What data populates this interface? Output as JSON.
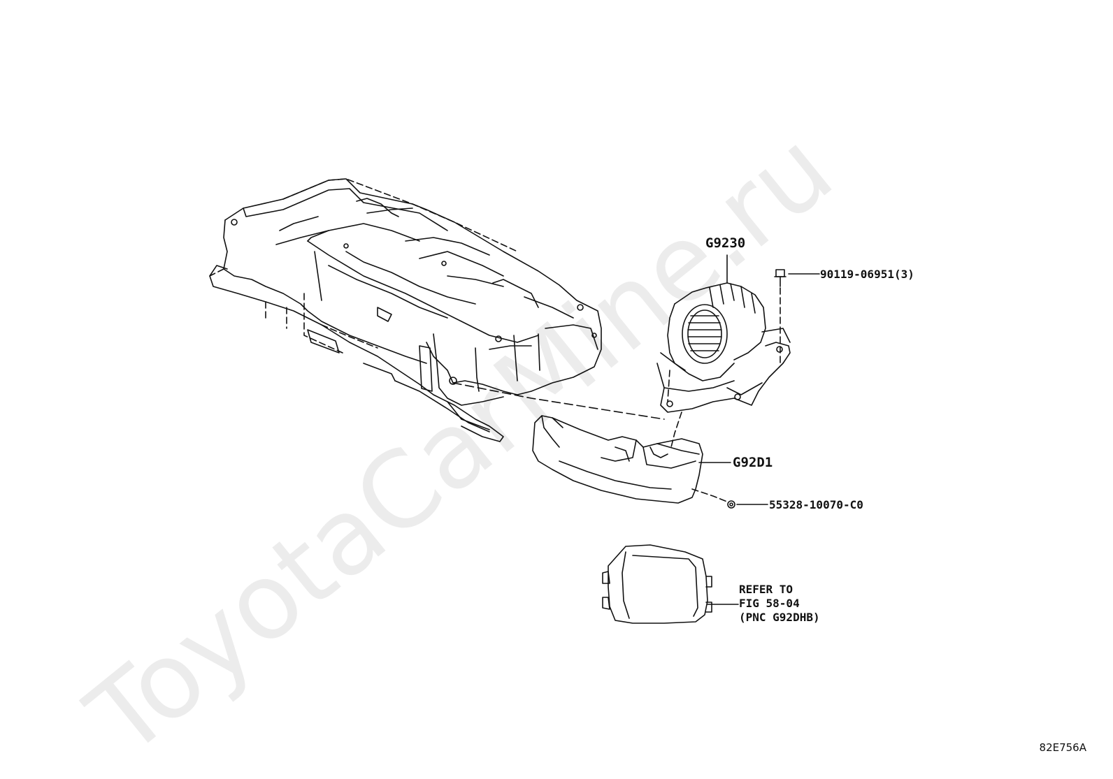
{
  "watermark": "ToyotaCarMine.ru",
  "callouts": {
    "blower": "G9230",
    "bolt": "90119-06951(3)",
    "duct": "G92D1",
    "clip": "55328-10070-C0",
    "refer_line1": "REFER TO",
    "refer_line2": "FIG 58-04",
    "refer_line3": "(PNC G92DHB)"
  },
  "diagram_code": "82E756A",
  "colors": {
    "ink": "#111111",
    "watermark": "#000000",
    "background": "#ffffff"
  }
}
